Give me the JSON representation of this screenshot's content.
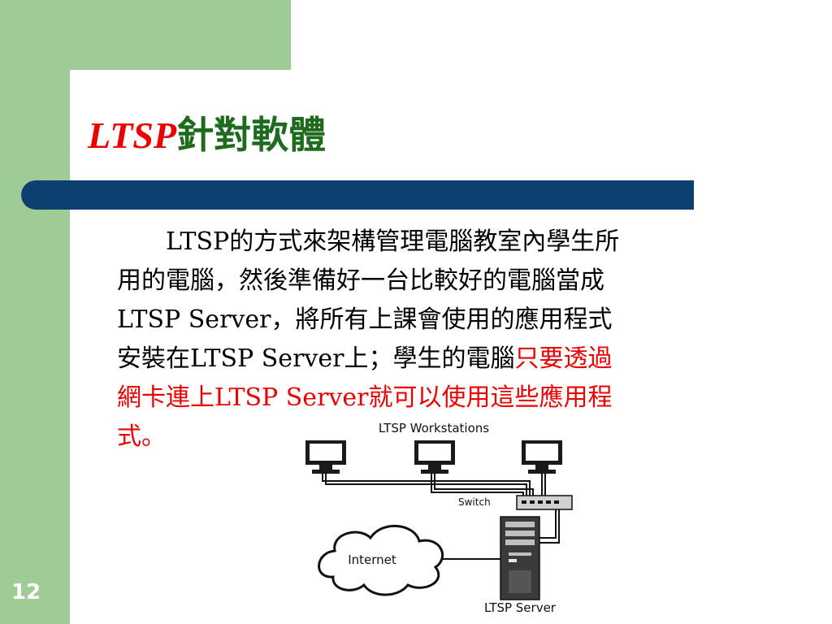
{
  "slide": {
    "page_number": "12",
    "title_prefix": "LTSP",
    "title_suffix": "針對軟體",
    "colors": {
      "background_green": "#9fcc96",
      "divider_navy": "#0d3f70",
      "title_green": "#1e6b1e",
      "title_red": "#ee0000",
      "highlight_red": "#ee0000"
    }
  },
  "body": {
    "line1": "LTSP的方式來架構管理電腦教室內學生所",
    "line2": "用的電腦，然後準備好一台比較好的電腦當成",
    "line3": "LTSP Server，將所有上課會使用的應用程式",
    "line4_normal": "安裝在LTSP Server上；學生的電腦",
    "line4_red": "只要透過",
    "line5_red": "網卡連上LTSP Server就可以使用這些應用程",
    "line6_red": "式。"
  },
  "diagram": {
    "workstations_label": "LTSP Workstations",
    "switch_label": "Switch",
    "internet_label": "Internet",
    "server_label": "LTSP Server"
  }
}
